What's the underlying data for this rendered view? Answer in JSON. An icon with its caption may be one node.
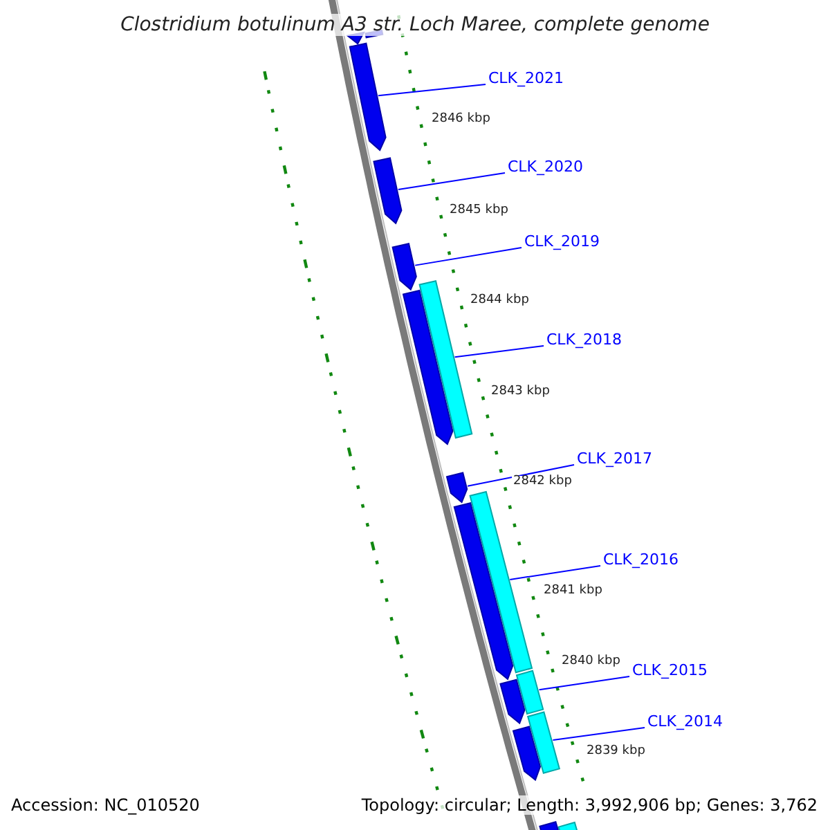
{
  "diagram": {
    "title": "Clostridium botulinum A3 str. Loch Maree, complete genome",
    "nodes": [
      {
        "text": [
          "CLK_2021"
        ]
      },
      {
        "text": [
          "CLK_2020"
        ]
      },
      {
        "text": [
          "CLK_2019"
        ]
      },
      {
        "text": [
          "CLK_2018"
        ]
      },
      {
        "text": [
          "CLK_2017"
        ]
      },
      {
        "text": [
          "CLK_2016"
        ]
      },
      {
        "text": [
          "CLK_2015"
        ]
      },
      {
        "text": [
          "CLK_2014"
        ]
      },
      {
        "text": [],
        "shape": "arrow"
      },
      {
        "text": [],
        "shape": "bar"
      },
      {
        "text": [],
        "shape": "arrow"
      },
      {
        "text": [],
        "shape": "arrow"
      },
      {
        "text": [],
        "shape": "arrow"
      },
      {
        "text": [],
        "shape": "bar"
      },
      {
        "text": [],
        "shape": "arrow"
      },
      {
        "text": [],
        "shape": "arrow"
      },
      {
        "text": [],
        "shape": "bar"
      },
      {
        "text": [],
        "shape": "arrow"
      },
      {
        "text": [],
        "shape": "bar"
      },
      {
        "text": [],
        "shape": "arrow"
      },
      {
        "text": [],
        "shape": "bar"
      },
      {
        "text": [],
        "shape": "arrow"
      },
      {
        "text": [],
        "shape": "bar"
      },
      {
        "text": [],
        "shape": "arrow"
      }
    ],
    "edges": [
      {
        "from": 0,
        "to": 10,
        "arrow": "none"
      },
      {
        "from": 1,
        "to": 11,
        "arrow": "none"
      },
      {
        "from": 2,
        "to": 12,
        "arrow": "none"
      },
      {
        "from": 3,
        "to": 13,
        "arrow": "none"
      },
      {
        "from": 4,
        "to": 15,
        "arrow": "none"
      },
      {
        "from": 5,
        "to": 16,
        "arrow": "none"
      },
      {
        "from": 6,
        "to": 18,
        "arrow": "none"
      },
      {
        "from": 7,
        "to": 20,
        "arrow": "none"
      }
    ],
    "labels": [
      "2846 kbp",
      "2845 kbp",
      "2844 kbp",
      "2843 kbp",
      "2842 kbp",
      "2841 kbp",
      "2840 kbp",
      "2839 kbp",
      "Accession: NC_010520",
      "Topology: circular; Length: 3,992,906 bp; Genes: 3,762"
    ]
  }
}
